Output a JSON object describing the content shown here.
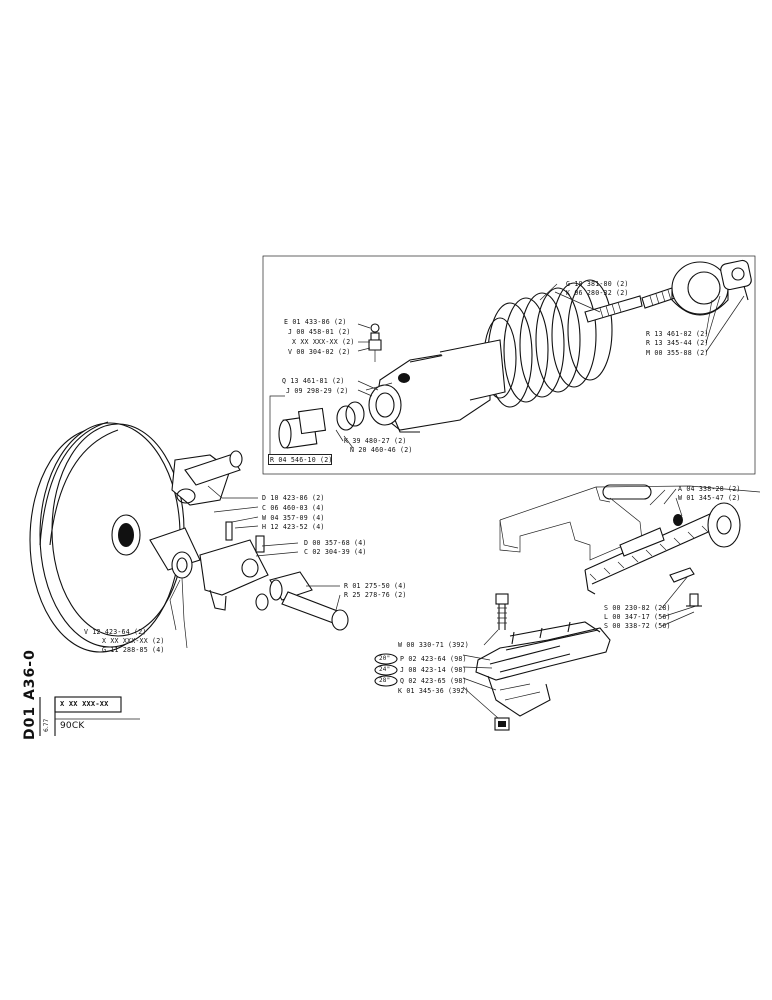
{
  "drawing": {
    "code": "D01 A36-0",
    "date": "6.77",
    "part_ref": "X XX XXX-XX",
    "model": "90CK"
  },
  "tensioner_labels": [
    "E 01 433-86 (2)",
    "J 00 458-01 (2)",
    "X XX XXX-XX (2)",
    "V 00 304-02 (2)",
    "Q 13 461-81 (2)",
    "J 09 298-29 (2)",
    "R 04 546-10 (2)",
    "K 39 480-27 (2)",
    "N 20 460-46 (2)",
    "G 10 381-80 (2)",
    "K 06 280-32 (2)",
    "R 13 461-82 (2)",
    "R 13 345-44 (2)",
    "M 00 355-88 (2)"
  ],
  "idler_labels": [
    "D 10 423-86 (2)",
    "C 06 460-03 (4)",
    "W 04 357-09 (4)",
    "H 12 423-52 (4)",
    "D 00 357-68 (4)",
    "C 02 304-39 (4)",
    "R 01 275-50 (4)",
    "R 25 278-76 (2)",
    "V 12 423-64 (2)",
    "X XX XXX-XX (2)",
    "G 11 288-85 (4)"
  ],
  "frame_labels": [
    "A 04 338-28 (2)",
    "W 01 345-47 (2)",
    "S 00 230-82 (28)",
    "L 00 347-17 (56)",
    "S 00 338-72 (56)"
  ],
  "track_labels": [
    "W 00 330-71 (392)",
    "P 02 423-64 (98)",
    "J 08 423-14 (98)",
    "Q 02 423-65 (98)",
    "K 01 345-36 (392)"
  ],
  "shoe_widths": [
    "20\"",
    "24\"",
    "28\""
  ]
}
